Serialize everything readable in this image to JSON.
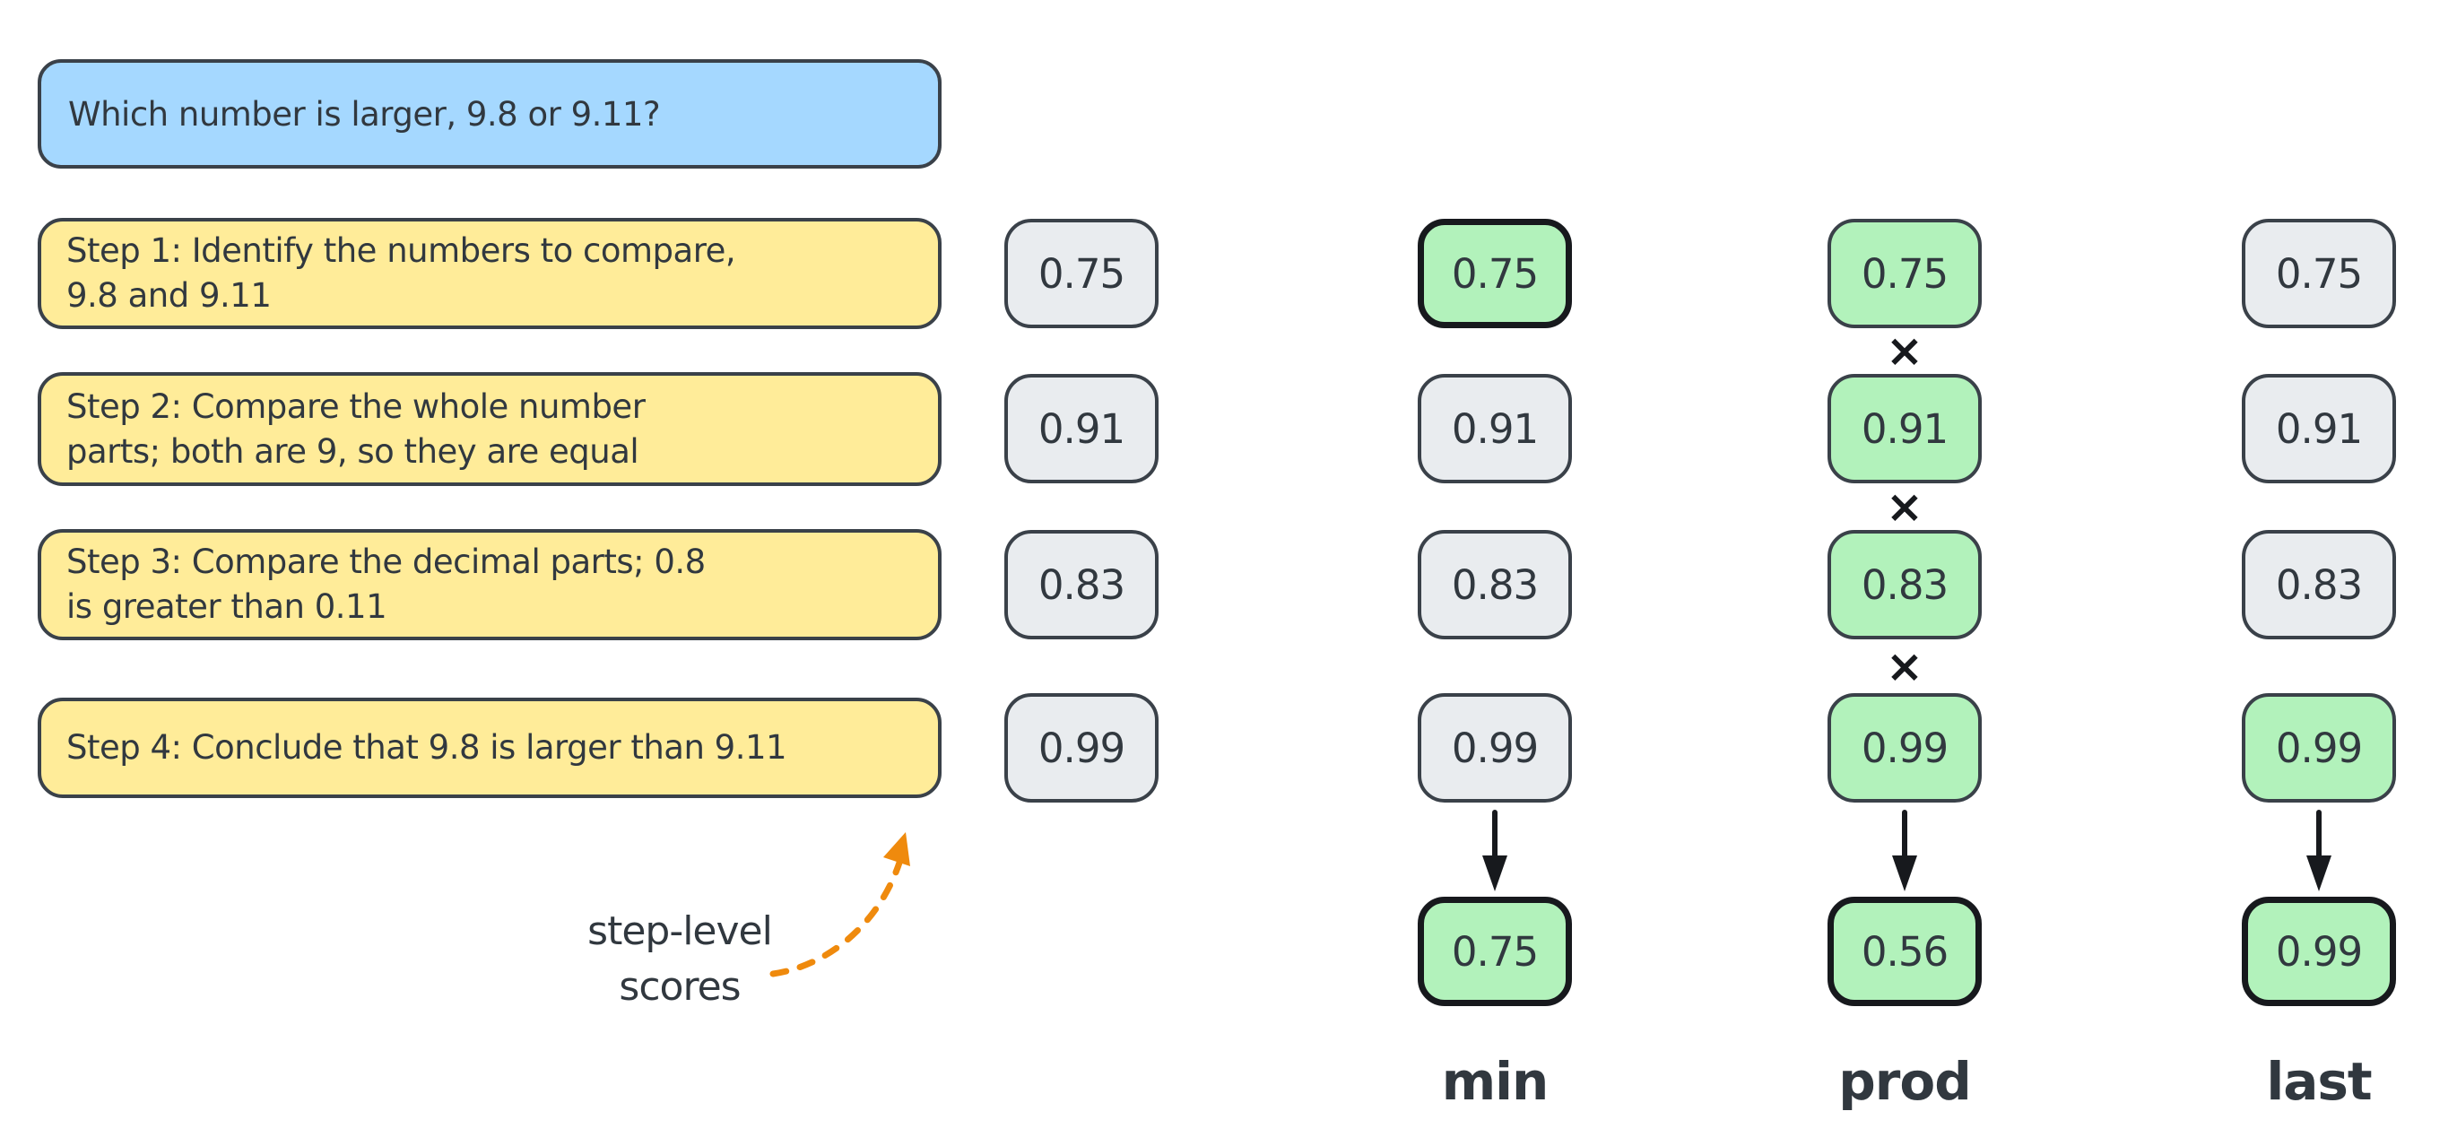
{
  "question": {
    "text": "Which number is larger, 9.8 or 9.11?"
  },
  "steps": [
    {
      "text": "Step 1: Identify the numbers to compare,\n9.8 and 9.11"
    },
    {
      "text": "Step 2: Compare the whole number\nparts; both are 9, so they are equal"
    },
    {
      "text": "Step 3: Compare the decimal parts; 0.8\nis greater than 0.11"
    },
    {
      "text": "Step 4: Conclude that 9.8 is larger than 9.11"
    }
  ],
  "annotation": {
    "line1": "step-level",
    "line2": "scores"
  },
  "columns": [
    {
      "name": "step-scores",
      "label": "",
      "operator": "",
      "result": "",
      "cells": [
        {
          "value": "0.75",
          "highlight": false,
          "selected": false
        },
        {
          "value": "0.91",
          "highlight": false,
          "selected": false
        },
        {
          "value": "0.83",
          "highlight": false,
          "selected": false
        },
        {
          "value": "0.99",
          "highlight": false,
          "selected": false
        }
      ]
    },
    {
      "name": "min",
      "label": "min",
      "operator": "",
      "result": "0.75",
      "cells": [
        {
          "value": "0.75",
          "highlight": true,
          "selected": true
        },
        {
          "value": "0.91",
          "highlight": false,
          "selected": false
        },
        {
          "value": "0.83",
          "highlight": false,
          "selected": false
        },
        {
          "value": "0.99",
          "highlight": false,
          "selected": false
        }
      ]
    },
    {
      "name": "prod",
      "label": "prod",
      "operator": "×",
      "result": "0.56",
      "cells": [
        {
          "value": "0.75",
          "highlight": true,
          "selected": false
        },
        {
          "value": "0.91",
          "highlight": true,
          "selected": false
        },
        {
          "value": "0.83",
          "highlight": true,
          "selected": false
        },
        {
          "value": "0.99",
          "highlight": true,
          "selected": false
        }
      ]
    },
    {
      "name": "last",
      "label": "last",
      "operator": "",
      "result": "0.99",
      "cells": [
        {
          "value": "0.75",
          "highlight": false,
          "selected": false
        },
        {
          "value": "0.91",
          "highlight": false,
          "selected": false
        },
        {
          "value": "0.83",
          "highlight": false,
          "selected": false
        },
        {
          "value": "0.99",
          "highlight": true,
          "selected": false
        }
      ]
    }
  ],
  "colors": {
    "question_fill": "#a5d8ff",
    "step_fill": "#ffec99",
    "score_fill": "#e9ecef",
    "highlight_fill": "#b2f2bb",
    "stroke": "#3a4149",
    "stroke_strong": "#17191d",
    "text": "#31383f",
    "arrow": "#ef8a0d"
  }
}
